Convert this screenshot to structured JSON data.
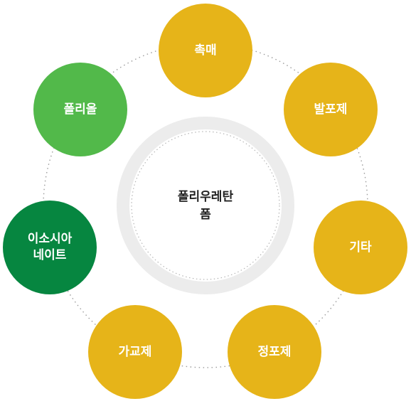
{
  "center": {
    "label": "폴리우레탄\n폼"
  },
  "nodes": [
    {
      "id": "catalyst",
      "label": "촉매",
      "color": "#e6b419"
    },
    {
      "id": "blowing-agent",
      "label": "발포제",
      "color": "#e6b419"
    },
    {
      "id": "other",
      "label": "기타",
      "color": "#e6b419"
    },
    {
      "id": "foam-stabilizer",
      "label": "정포제",
      "color": "#e6b419"
    },
    {
      "id": "crosslinker",
      "label": "가교제",
      "color": "#e6b419"
    },
    {
      "id": "isocyanate",
      "label": "이소시아\n네이트",
      "color": "#068640"
    },
    {
      "id": "polyol",
      "label": "폴리올",
      "color": "#52b94a"
    }
  ]
}
